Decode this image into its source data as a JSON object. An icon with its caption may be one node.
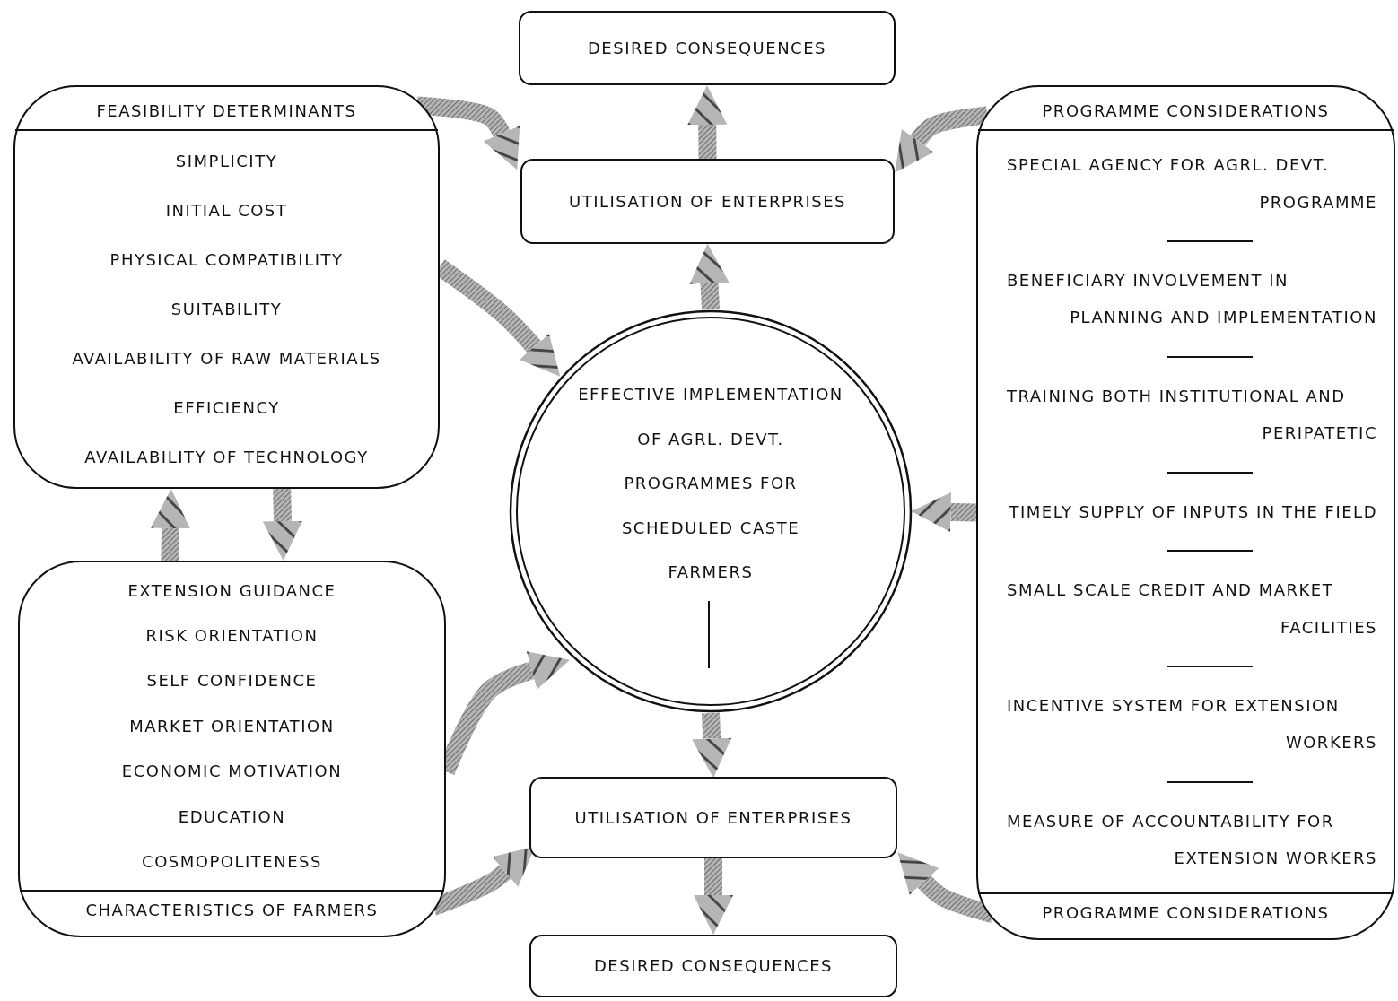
{
  "diagram": {
    "nodes": [
      {
        "text": [
          "DESIRED CONSEQUENCES"
        ]
      },
      {
        "text": [
          "FEASIBILITY DETERMINANTS",
          "SIMPLICITY",
          "INITIAL COST",
          "PHYSICAL COMPATIBILITY",
          "SUITABILITY",
          "AVAILABILITY OF RAW MATERIALS",
          "EFFICIENCY",
          "AVAILABILITY OF TECHNOLOGY"
        ]
      },
      {
        "text": [
          "UTILISATION OF ENTERPRISES"
        ]
      },
      {
        "text": [
          "PROGRAMME CONSIDERATIONS",
          "SPECIAL AGENCY FOR AGRL. DEVT. PROGRAMME",
          "BENEFICIARY INVOLVEMENT IN PLANNING AND IMPLEMENTATION",
          "TRAINING BOTH INSTITUTIONAL AND PERIPATETIC",
          "TIMELY SUPPLY OF INPUTS IN THE FIELD",
          "SMALL SCALE CREDIT AND MARKET FACILITIES",
          "INCENTIVE SYSTEM FOR EXTENSION WORKERS",
          "MEASURE OF ACCOUNTABILITY FOR EXTENSION WORKERS",
          "PROGRAMME CONSIDERATIONS"
        ]
      },
      {
        "text": [
          "EFFECTIVE IMPLEMENTATION OF AGRL. DEVT. PROGRAMMES FOR SCHEDULED CASTE FARMERS"
        ]
      },
      {
        "text": [
          "EXTENSION GUIDANCE",
          "RISK ORIENTATION",
          "SELF CONFIDENCE",
          "MARKET ORIENTATION",
          "ECONOMIC MOTIVATION",
          "EDUCATION",
          "COSMOPOLITENESS",
          "CHARACTERISTICS OF FARMERS"
        ]
      },
      {
        "text": [
          "UTILISATION OF ENTERPRISES"
        ]
      },
      {
        "text": [
          "DESIRED CONSEQUENCES"
        ]
      }
    ],
    "edges": [
      {
        "from": 2,
        "to": 0,
        "arrow": "to"
      },
      {
        "from": 4,
        "to": 2,
        "arrow": "to"
      },
      {
        "from": 1,
        "to": 2,
        "arrow": "to"
      },
      {
        "from": 1,
        "to": 4,
        "arrow": "to"
      },
      {
        "from": 3,
        "to": 2,
        "arrow": "to"
      },
      {
        "from": 3,
        "to": 4,
        "arrow": "to"
      },
      {
        "from": 5,
        "to": 1,
        "arrow": "to"
      },
      {
        "from": 1,
        "to": 5,
        "arrow": "to"
      },
      {
        "from": 5,
        "to": 4,
        "arrow": "to"
      },
      {
        "from": 5,
        "to": 6,
        "arrow": "to"
      },
      {
        "from": 3,
        "to": 6,
        "arrow": "to"
      },
      {
        "from": 4,
        "to": 6,
        "arrow": "to"
      },
      {
        "from": 6,
        "to": 7,
        "arrow": "to"
      }
    ]
  }
}
